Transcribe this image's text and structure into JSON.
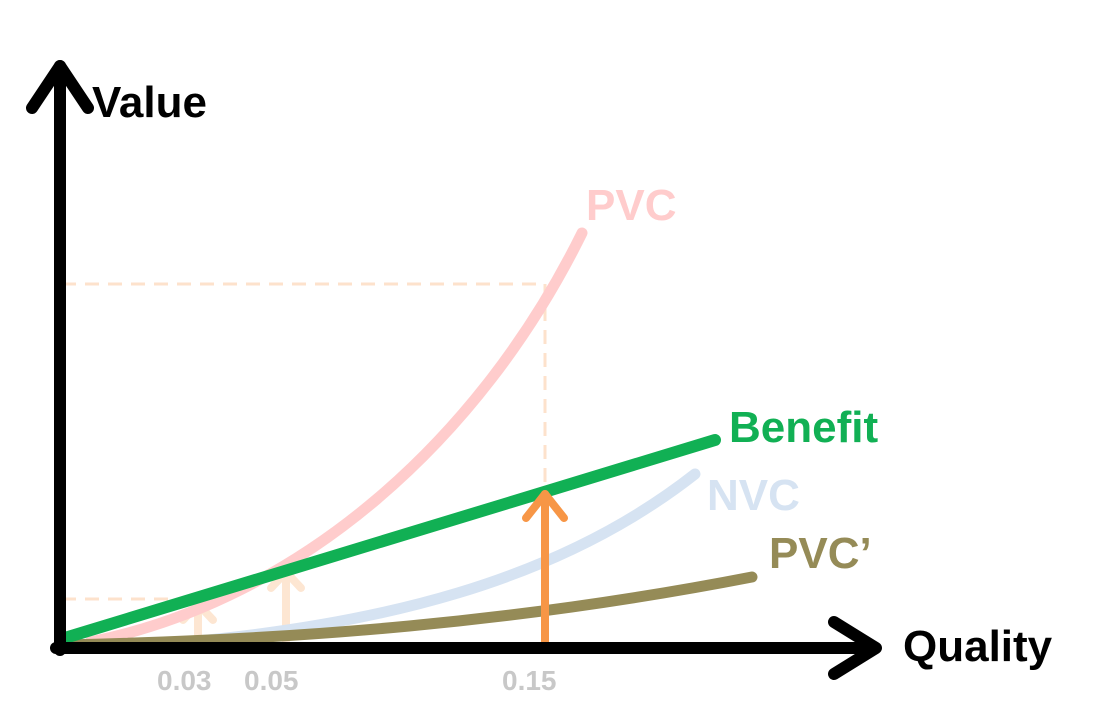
{
  "diagram": {
    "y_axis_label": "Value",
    "x_axis_label": "Quality",
    "curves": {
      "pvc": {
        "label": "PVC",
        "color": "#ffcccc"
      },
      "benefit": {
        "label": "Benefit",
        "color": "#11b054"
      },
      "nvc": {
        "label": "NVC",
        "color": "#d6e3f2"
      },
      "pvc_prime": {
        "label": "PVC’",
        "color": "#958b57"
      }
    },
    "ticks": [
      {
        "label": "0.03"
      },
      {
        "label": "0.05"
      },
      {
        "label": "0.15"
      }
    ],
    "colors": {
      "axis": "#000000",
      "guide_dashes": "#fde2cc",
      "faint_arrow": "#fde6d2",
      "main_arrow": "#f79646",
      "tick_text": "#c8c8c8"
    }
  }
}
